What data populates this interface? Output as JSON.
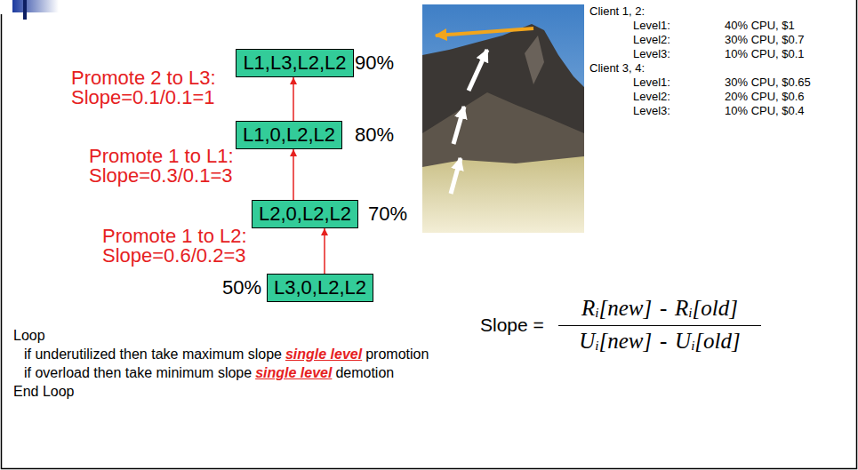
{
  "diagram": {
    "nodes": [
      {
        "text": [
          "L1,L3,L2,L2"
        ]
      },
      {
        "text": [
          "L1,0,L2,L2"
        ]
      },
      {
        "text": [
          "L2,0,L2,L2"
        ]
      },
      {
        "text": [
          "L3,0,L2,L2"
        ]
      }
    ],
    "edges": [
      {
        "from": 3,
        "to": 2,
        "label": "Promote 1 to L2: Slope=0.6/0.2=3",
        "arrow": "to"
      },
      {
        "from": 2,
        "to": 1,
        "label": "Promote 1 to L1: Slope=0.3/0.1=3",
        "arrow": "to"
      },
      {
        "from": 1,
        "to": 0,
        "label": "Promote 2 to L3: Slope=0.1/0.1=1",
        "arrow": "to"
      }
    ],
    "labels": [
      "90%",
      "80%",
      "70%",
      "50%",
      "Client 1, 2:",
      "Level1:",
      "40% CPU, $1",
      "Level2:",
      "30% CPU, $0.7",
      "Level3:",
      "10% CPU, $0.1",
      "Client 3, 4:",
      "Level1:",
      "30% CPU, $0.65",
      "Level2:",
      "20% CPU, $0.6",
      "Level3:",
      "10% CPU, $0.4",
      "Slope =",
      "R",
      "i",
      "[new]",
      "-",
      "R",
      "i",
      "[old]",
      "U",
      "i",
      "[new]",
      "-",
      "U",
      "i",
      "[old]",
      "Loop",
      "if underutilized then take maximum slope",
      "single level",
      "promotion",
      "if overload then take minimum slope",
      "single level",
      "demotion",
      "End Loop"
    ]
  }
}
